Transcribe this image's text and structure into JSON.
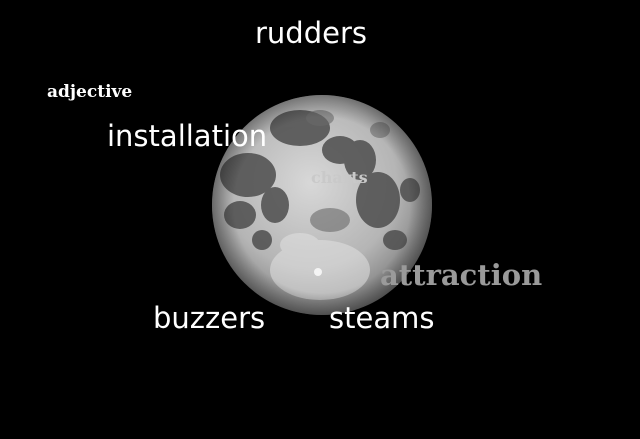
{
  "colors": {
    "background": "#000000",
    "moon_base": "#b9b9b9",
    "moon_dark": "#555555",
    "text_white": "#ffffff",
    "text_light_gray": "#c9c9c9",
    "text_gray": "#9a9a9a"
  },
  "words": {
    "rudders": "rudders",
    "adjective": "adjective",
    "installation": "installation",
    "charts": "charts",
    "attraction": "attraction",
    "buzzers": "buzzers",
    "steams": "steams"
  }
}
